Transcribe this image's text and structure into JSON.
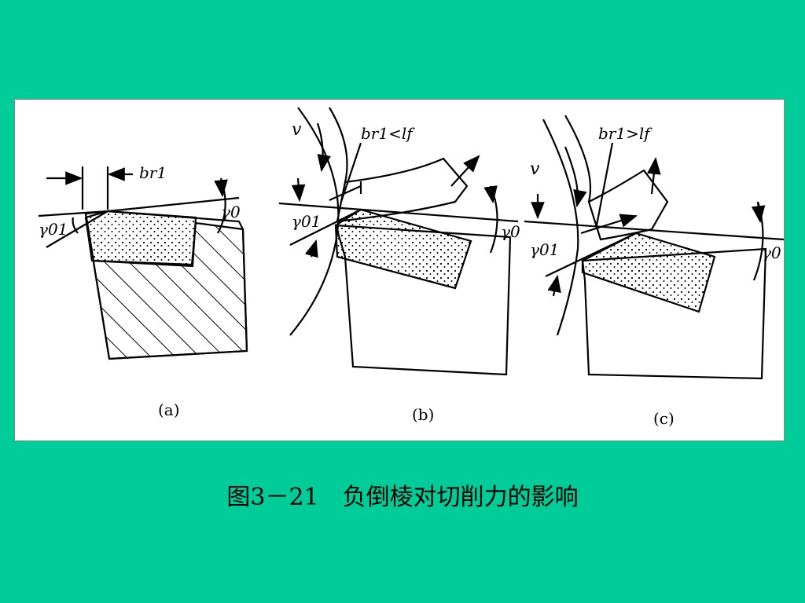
{
  "figure": {
    "panel_a": {
      "label": "(a)",
      "br1": "br1",
      "gamma01": "γ01",
      "gamma0": "γ0"
    },
    "panel_b": {
      "label": "(b)",
      "v": "v",
      "relation": "br1<lf",
      "gamma01": "γ01",
      "gamma0": "γ0"
    },
    "panel_c": {
      "label": "(c)",
      "v": "v",
      "relation": "br1>lf",
      "gamma01": "γ01",
      "gamma0": "γ0"
    }
  },
  "caption": "图3－21　负倒棱对切削力的影响"
}
